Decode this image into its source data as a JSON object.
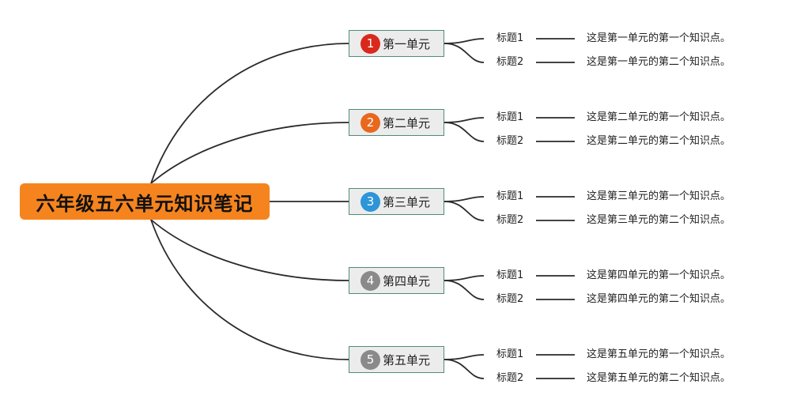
{
  "root": {
    "title": "六年级五六单元知识笔记",
    "color": "#f5841f"
  },
  "units": [
    {
      "badge": "1",
      "title": "第一单元",
      "badge_color": "#d9291c",
      "topics": [
        {
          "label": "标题1",
          "note": "这是第一单元的第一个知识点。"
        },
        {
          "label": "标题2",
          "note": "这是第一单元的第二个知识点。"
        }
      ]
    },
    {
      "badge": "2",
      "title": "第二单元",
      "badge_color": "#e8681e",
      "topics": [
        {
          "label": "标题1",
          "note": "这是第二单元的第一个知识点。"
        },
        {
          "label": "标题2",
          "note": "这是第二单元的第二个知识点。"
        }
      ]
    },
    {
      "badge": "3",
      "title": "第三单元",
      "badge_color": "#2d95d8",
      "topics": [
        {
          "label": "标题1",
          "note": "这是第三单元的第一个知识点。"
        },
        {
          "label": "标题2",
          "note": "这是第三单元的第二个知识点。"
        }
      ]
    },
    {
      "badge": "4",
      "title": "第四单元",
      "badge_color": "#8a8a8a",
      "topics": [
        {
          "label": "标题1",
          "note": "这是第四单元的第一个知识点。"
        },
        {
          "label": "标题2",
          "note": "这是第四单元的第二个知识点。"
        }
      ]
    },
    {
      "badge": "5",
      "title": "第五单元",
      "badge_color": "#8a8a8a",
      "topics": [
        {
          "label": "标题1",
          "note": "这是第五单元的第一个知识点。"
        },
        {
          "label": "标题2",
          "note": "这是第五单元的第二个知识点。"
        }
      ]
    }
  ],
  "line_color": "#2a2a2a"
}
